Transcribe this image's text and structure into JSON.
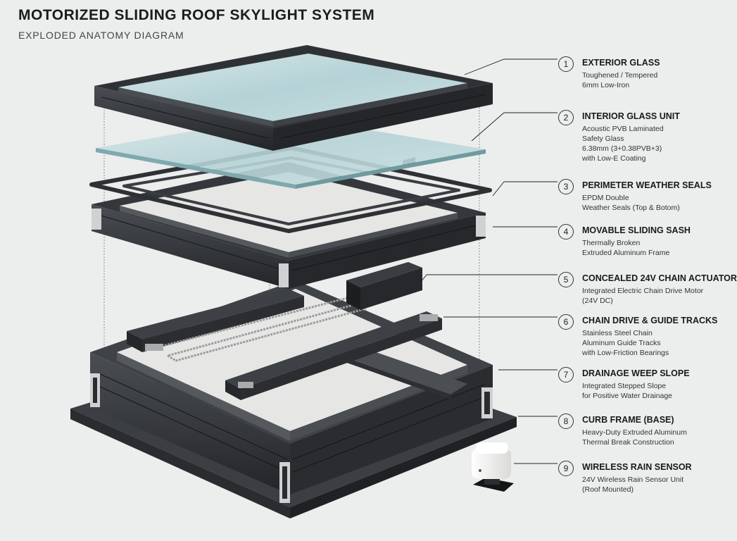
{
  "header": {
    "title": "MOTORIZED SLIDING ROOF SKYLIGHT SYSTEM",
    "subtitle": "EXPLODED ANATOMY DIAGRAM"
  },
  "colors": {
    "background": "#eceded",
    "frame_dark": "#2b2d30",
    "frame_mid": "#3a3d41",
    "frame_light": "#4a4e53",
    "glass": "#bcd6d9",
    "glass_edge": "#7fa9ae",
    "steel": "#a6a8aa",
    "sensor_body": "#f2f2f0"
  },
  "callouts": [
    {
      "number": "1",
      "title": "EXTERIOR GLASS",
      "description": "Toughened / Tempered\n6mm Low-Iron"
    },
    {
      "number": "2",
      "title": "INTERIOR GLASS UNIT",
      "description": "Acoustic PVB Laminated\nSafety Glass\n6.38mm (3+0.38PVB+3)\nwith Low-E Coating"
    },
    {
      "number": "3",
      "title": "PERIMETER WEATHER SEALS",
      "description": "EPDM Double\nWeather Seals (Top & Botom)"
    },
    {
      "number": "4",
      "title": "MOVABLE SLIDING SASH",
      "description": "Thermally Broken\nExtruded Aluminum Frame"
    },
    {
      "number": "5",
      "title": "CONCEALED 24V CHAIN ACTUATOR",
      "description": "Integrated Electric Chain Drive Motor\n(24V DC)"
    },
    {
      "number": "6",
      "title": "CHAIN DRIVE & GUIDE TRACKS",
      "description": "Stainless Steel Chain\nAluminum Guide Tracks\nwith Low-Friction Bearings"
    },
    {
      "number": "7",
      "title": "DRAINAGE WEEP SLOPE",
      "description": "Integrated Stepped Slope\nfor Positive Water Drainage"
    },
    {
      "number": "8",
      "title": "CURB FRAME (BASE)",
      "description": "Heavy-Duty Extruded Aluminum\nThermal Break Construction"
    },
    {
      "number": "9",
      "title": "WIRELESS RAIN SENSOR",
      "description": "24V Wireless Rain Sensor Unit\n(Roof Mounted)"
    }
  ]
}
